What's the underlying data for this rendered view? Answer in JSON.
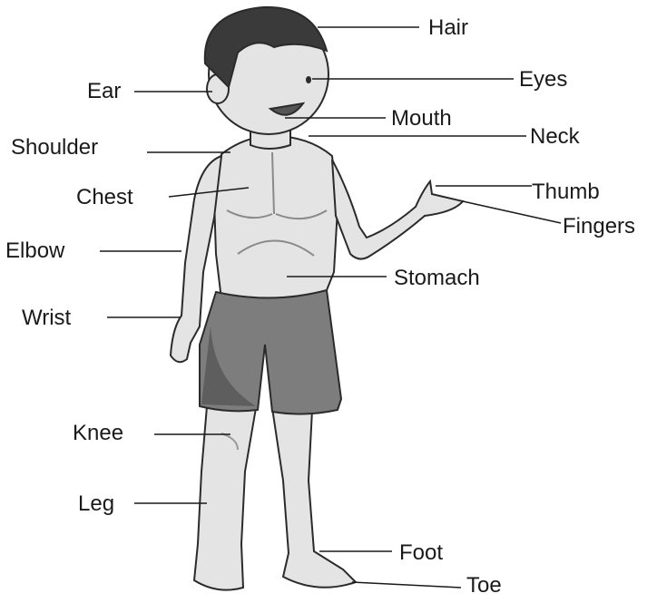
{
  "labels": {
    "hair": "Hair",
    "ear": "Ear",
    "eyes": "Eyes",
    "mouth": "Mouth",
    "neck": "Neck",
    "shoulder": "Shoulder",
    "chest": "Chest",
    "thumb": "Thumb",
    "fingers": "Fingers",
    "elbow": "Elbow",
    "stomach": "Stomach",
    "wrist": "Wrist",
    "knee": "Knee",
    "leg": "Leg",
    "foot": "Foot",
    "toe": "Toe"
  },
  "colors": {
    "skin": "#e4e4e4",
    "skin_shadow": "#c4c4c4",
    "hair": "#3a3a3a",
    "shorts": "#7d7d7d",
    "shorts_dark": "#5e5e5e",
    "outline": "#2b2b2b",
    "leader_line": "#1a1a1a",
    "mouth": "#555555"
  }
}
